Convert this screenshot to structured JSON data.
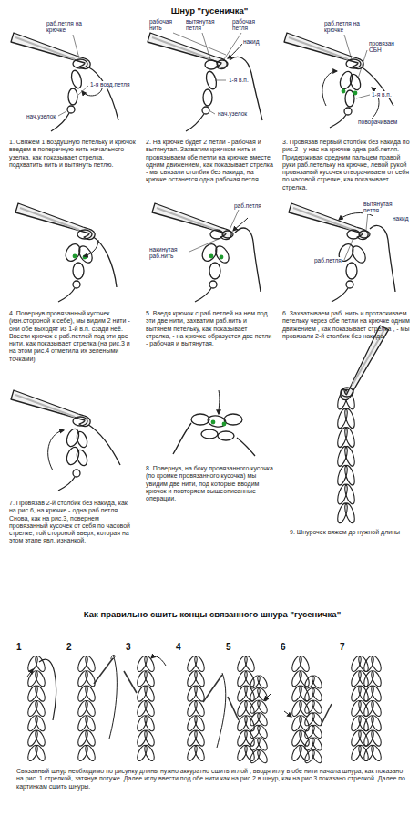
{
  "diagram": {
    "title": "Шнур \"гусеничка\"",
    "labels": [
      "раб.петля на крючке",
      "1-я возд.петля",
      "нач.узелок",
      "рабочая нить",
      "вытянутая петля",
      "накид",
      "рабочая петля",
      "1-я в.п.",
      "нач.узелок",
      "раб.петля на крючке",
      "провязан СБН",
      "1-я в.п.",
      "поворачиваем",
      "накинутая раб.нить",
      "раб.петля",
      "вытянутая петля",
      "накид",
      "раб.петля",
      "1. Свяжем 1 воздушную петельку и крючок введем в поперечную нить начального узелка, как показывает стрелка, подхватить нить и вытянуть петлю.",
      "2. На крючке будет 2 петли - рабочая и вытянутая. Захватим крючком нить и провязываем обе петли на крючке вместе одним движением, как показывает стрелка - мы связали столбик без накида, на крючке останется одна рабочая петля.",
      "3. Провязав первый столбик без накида по рис.2 - у нас на крючке одна раб.петля. Придерживая средним пальцем правой руки раб.петельку на крючке, левой рукой провязаный кусочек отворачиваем от себя по часовой стрелке, как показывает стрелка.",
      "4. Повернув провязанный кусочек (изн.стороной к себе), мы видим 2 нити - они обе выходят из 1-й в.п. сзади неё. Ввести крючок с раб.петлей под эти две нити, как показывает стрелка (на рис.3 и на этом рис.4 отметила их зелеными точками)",
      "5. Введя крючок с раб.петлей на нем под эти две нити, захватим раб.нить и вытянем петельку, как показывает стрелка, - на крючке образуется две петли - рабочая и вытянутая.",
      "6. Захватываем раб. нить и протаскиваем петельку через обе петли на крючке одним движением , как показывает стрелка , - мы провязали 2-й столбик без накида.",
      "7. Провязав 2-й столбик без накида, как на рис.6, на крючке - одна раб.петля. Снова, как на рис.3, повернем провязанный кусочек от себя по часовой стрелке, той стороной вверх, которая на этом этапе явл. изнанкой.",
      "8. Повернув, на боку провязанного кусочка (по кромке провязанного кусочка) мы увидим две нити, под которые вводим крючок и повторяем вышеописанные операции.",
      "9. Шнурочек вяжем до нужной длины",
      "Как правильно сшить концы связанного шнура \"гусеничка\"",
      "1",
      "2",
      "3",
      "4",
      "5",
      "6",
      "7",
      "Связанный шнур необходимо по рисунку длины нужно аккуратно сшить иглой , вводя иглу в обе нити начала шнура, как показано на рис. 1 стрелкой, затянув потуже. Далее иглу ввести под обе нити как на рис.2 в шнур, как на рис.3 показано стрелкой. Далее по картинкам сшить шнуры."
    ]
  }
}
